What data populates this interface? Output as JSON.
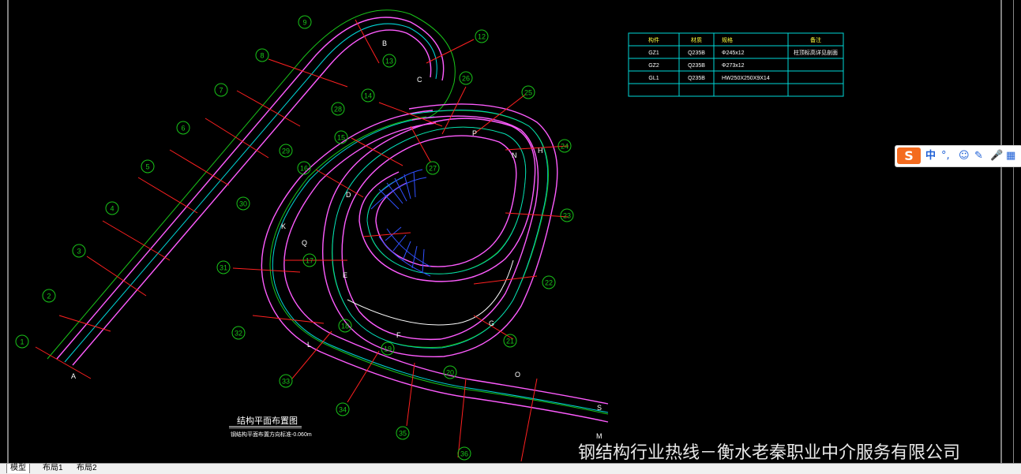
{
  "drawing": {
    "title": "结构平面布置图",
    "subtitle": "钢结构平面布置方向标准-0.060m",
    "axis_labels": [
      "1",
      "2",
      "3",
      "4",
      "5",
      "6",
      "7",
      "8",
      "9",
      "12",
      "13",
      "14",
      "15",
      "16",
      "17",
      "18",
      "19",
      "20",
      "21",
      "22",
      "23",
      "24",
      "25",
      "26",
      "27",
      "28",
      "29",
      "30",
      "31",
      "32",
      "33",
      "34",
      "35",
      "36"
    ],
    "point_labels": [
      "A",
      "B",
      "C",
      "D",
      "E",
      "F",
      "G",
      "H",
      "K",
      "L",
      "M",
      "N",
      "P",
      "S",
      "Q",
      "O"
    ],
    "table": {
      "headers": [
        "构件",
        "材质",
        "规格",
        "备注"
      ],
      "rows": [
        [
          "GZ1",
          "Q235B",
          "Φ245x12",
          "柱顶标高详见剖面"
        ],
        [
          "GZ2",
          "Q235B",
          "Φ273x12",
          ""
        ],
        [
          "GL1",
          "Q235B",
          "HW250X250X9X14",
          ""
        ],
        [
          "",
          "",
          "",
          ""
        ]
      ]
    }
  },
  "layout_tabs": [
    "模型",
    "布局1",
    "布局2"
  ],
  "ime": {
    "logo": "S",
    "mode": "中",
    "icons": [
      "punctuation-icon",
      "emoji-icon",
      "pen-icon",
      "mic-icon",
      "grid-icon"
    ]
  },
  "watermark": "钢结构行业热线－衡水老秦职业中介服务有限公司",
  "colors": {
    "background": "#000000",
    "green": "#19c419",
    "magenta": "#ff5cff",
    "cyan": "#00d8d8",
    "red": "#ff2020",
    "white": "#ffffff",
    "blue": "#3050ff"
  }
}
